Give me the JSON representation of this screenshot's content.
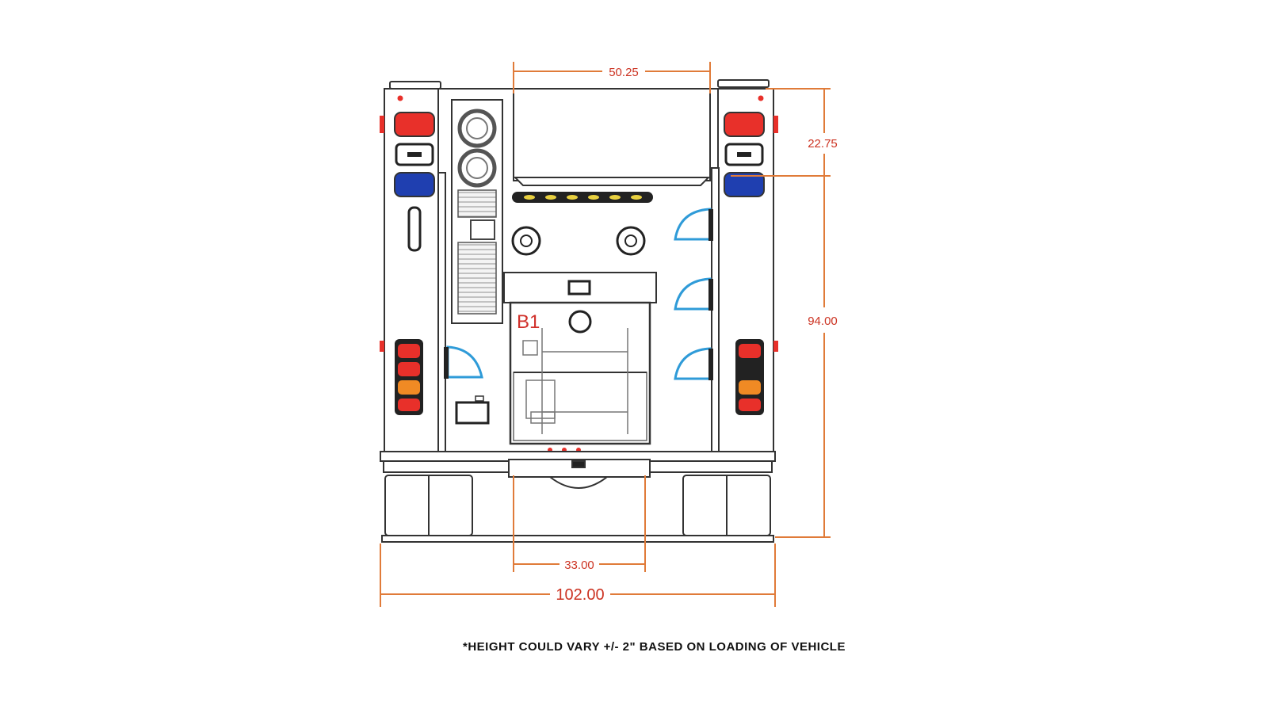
{
  "diagram": {
    "dimensions": {
      "top_width": "50.25",
      "upper_height": "22.75",
      "total_height": "94.00",
      "opening_width": "33.00",
      "overall_width": "102.00"
    },
    "compartment_label": "B1",
    "footnote": "*HEIGHT COULD VARY +/- 2\" BASED ON LOADING OF VEHICLE",
    "colors": {
      "dimension_line": "#e07b39",
      "dimension_text": "#cc3322",
      "red_light": "#e8302a",
      "blue_light": "#1f3fb0",
      "amber_light": "#f08a24",
      "step_blue": "#2f9bd8",
      "outline": "#333333"
    }
  }
}
